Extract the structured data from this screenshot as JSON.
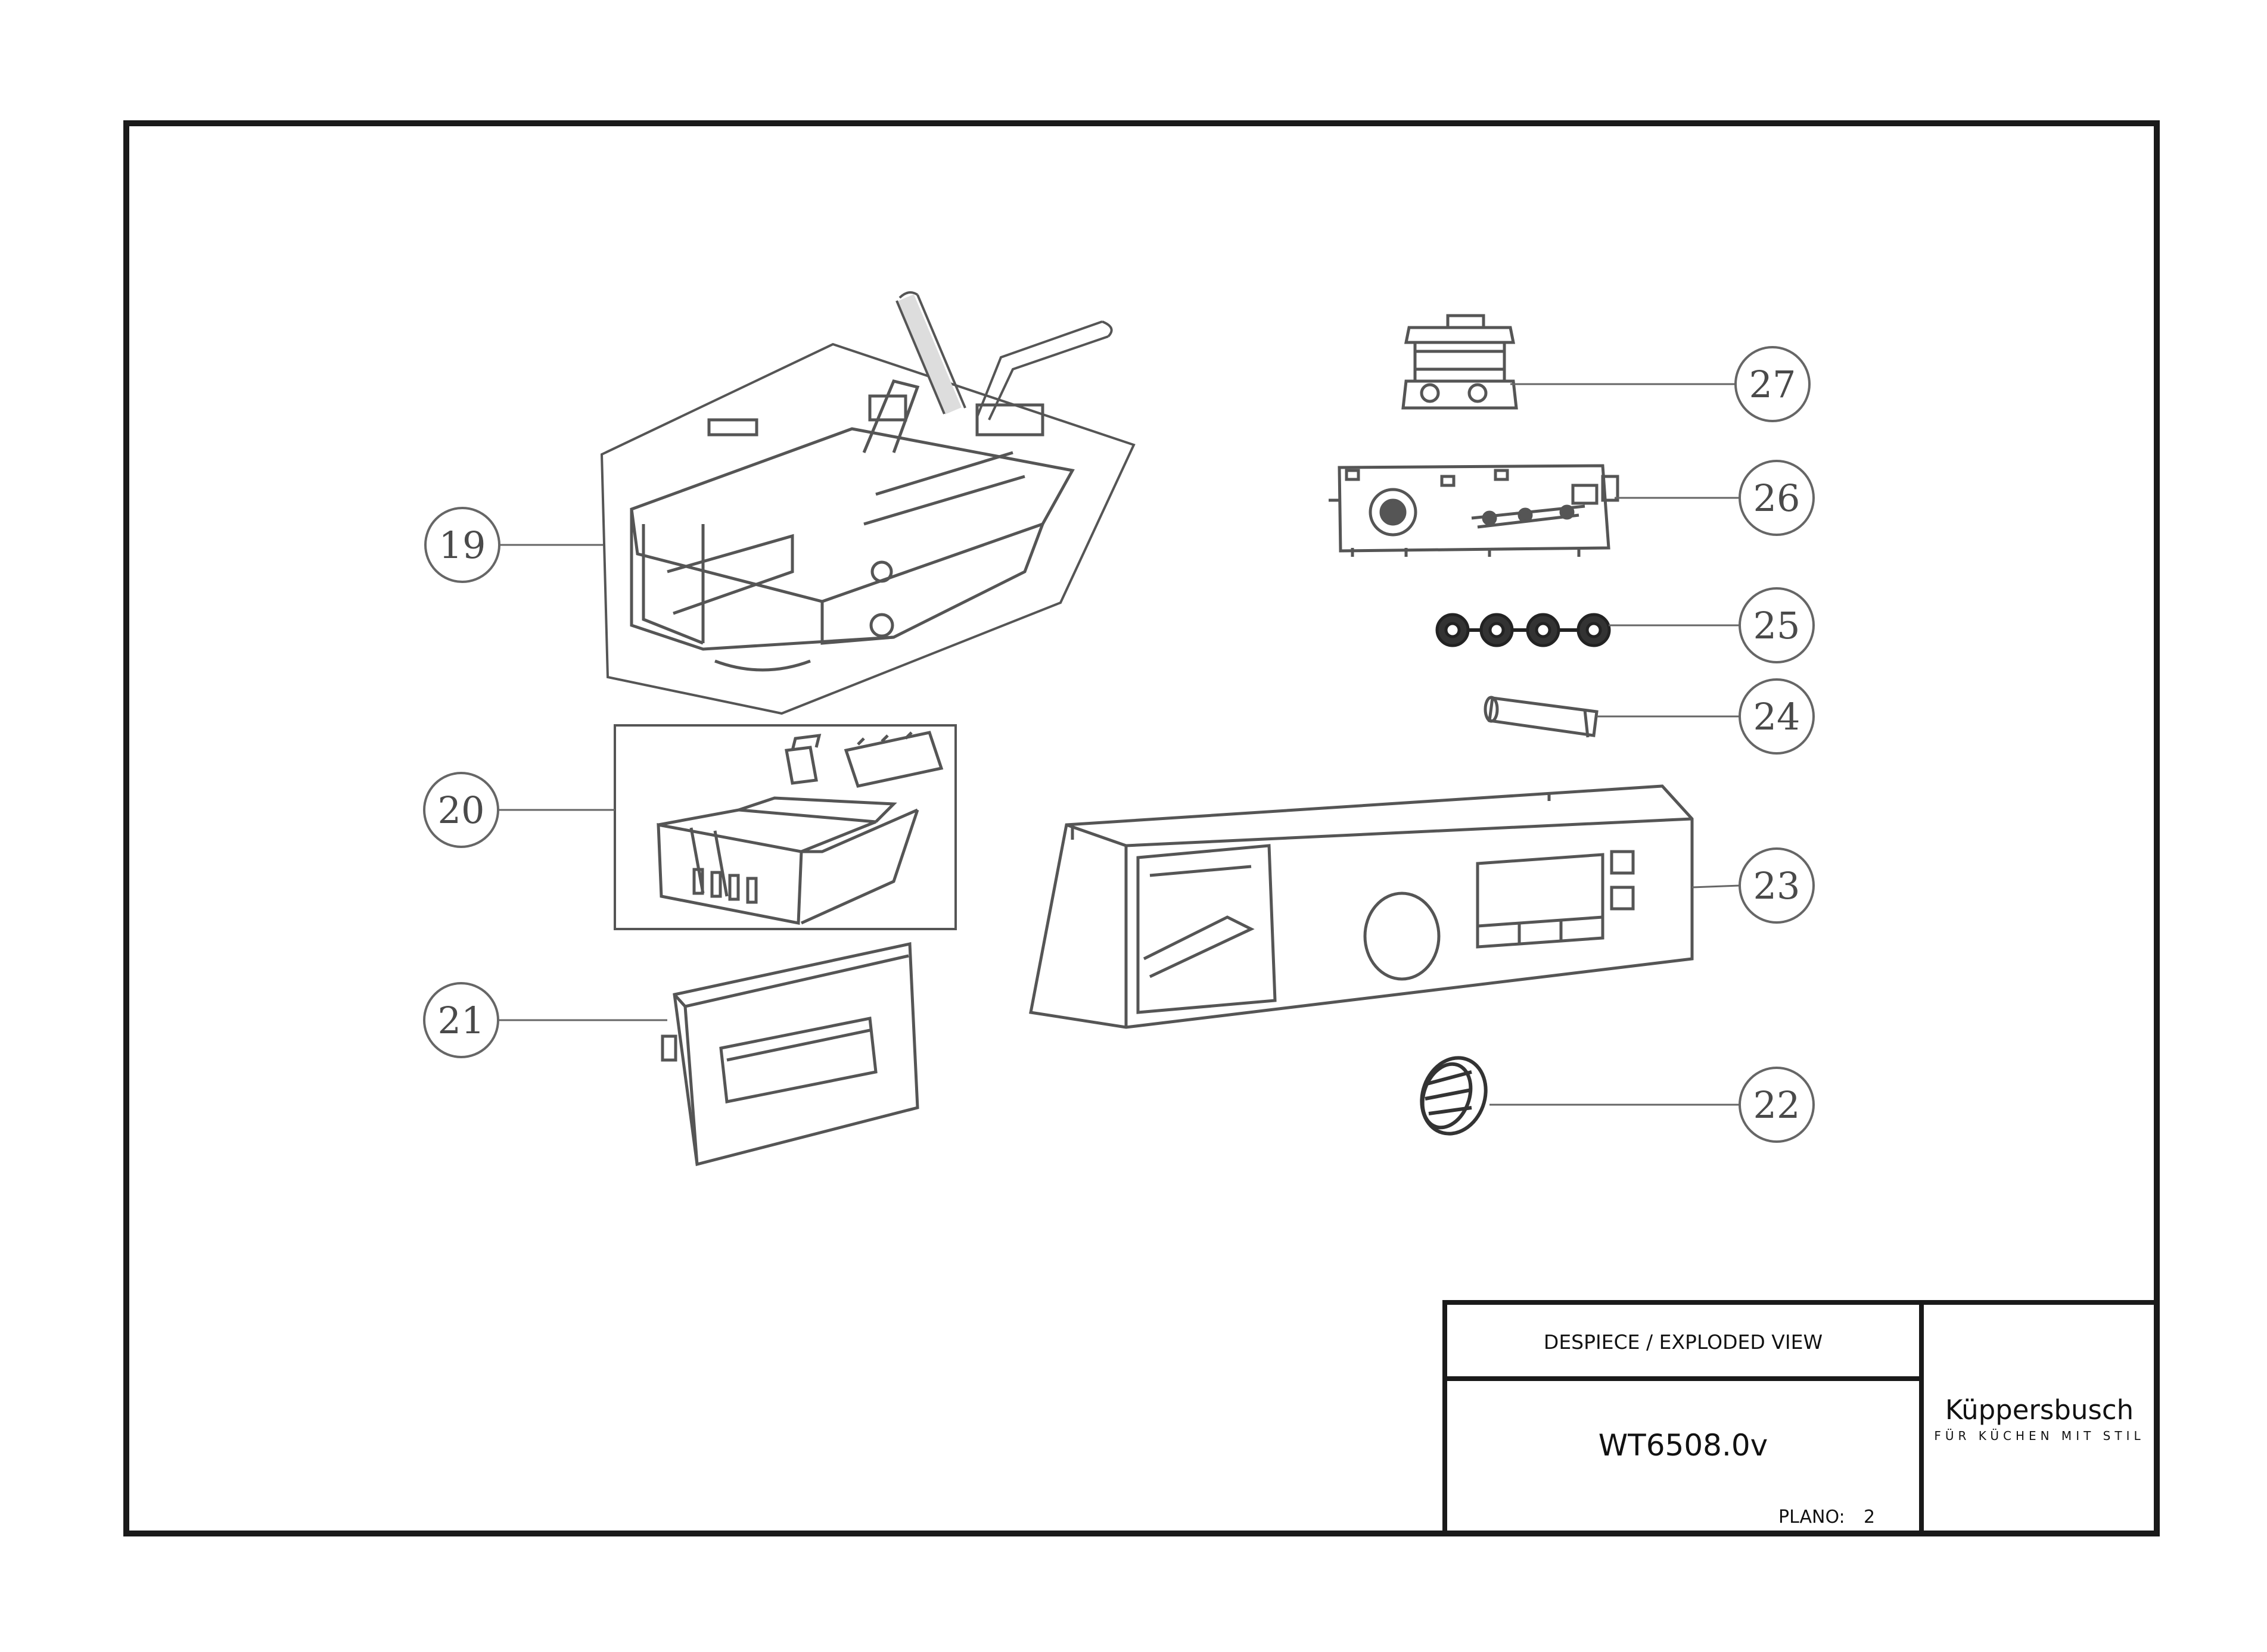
{
  "callouts": [
    {
      "num": "19",
      "part": "detergent-dispenser-housing"
    },
    {
      "num": "20",
      "part": "dispenser-drawer"
    },
    {
      "num": "21",
      "part": "drawer-handle-front"
    },
    {
      "num": "22",
      "part": "program-knob"
    },
    {
      "num": "23",
      "part": "control-panel-fascia"
    },
    {
      "num": "24",
      "part": "push-button"
    },
    {
      "num": "25",
      "part": "button-set"
    },
    {
      "num": "26",
      "part": "electronic-board"
    },
    {
      "num": "27",
      "part": "door-lock"
    }
  ],
  "title_block": {
    "heading": "DESPIECE / EXPLODED VIEW",
    "model": "WT6508.0v",
    "plano_label": "PLANO:",
    "plano_value": "2"
  },
  "brand": {
    "name": "Küppersbusch",
    "tagline": "FÜR KÜCHEN MIT STIL"
  },
  "colors": {
    "line": "#1a1a1a",
    "drawing": "#555555",
    "callout": "#666666"
  }
}
